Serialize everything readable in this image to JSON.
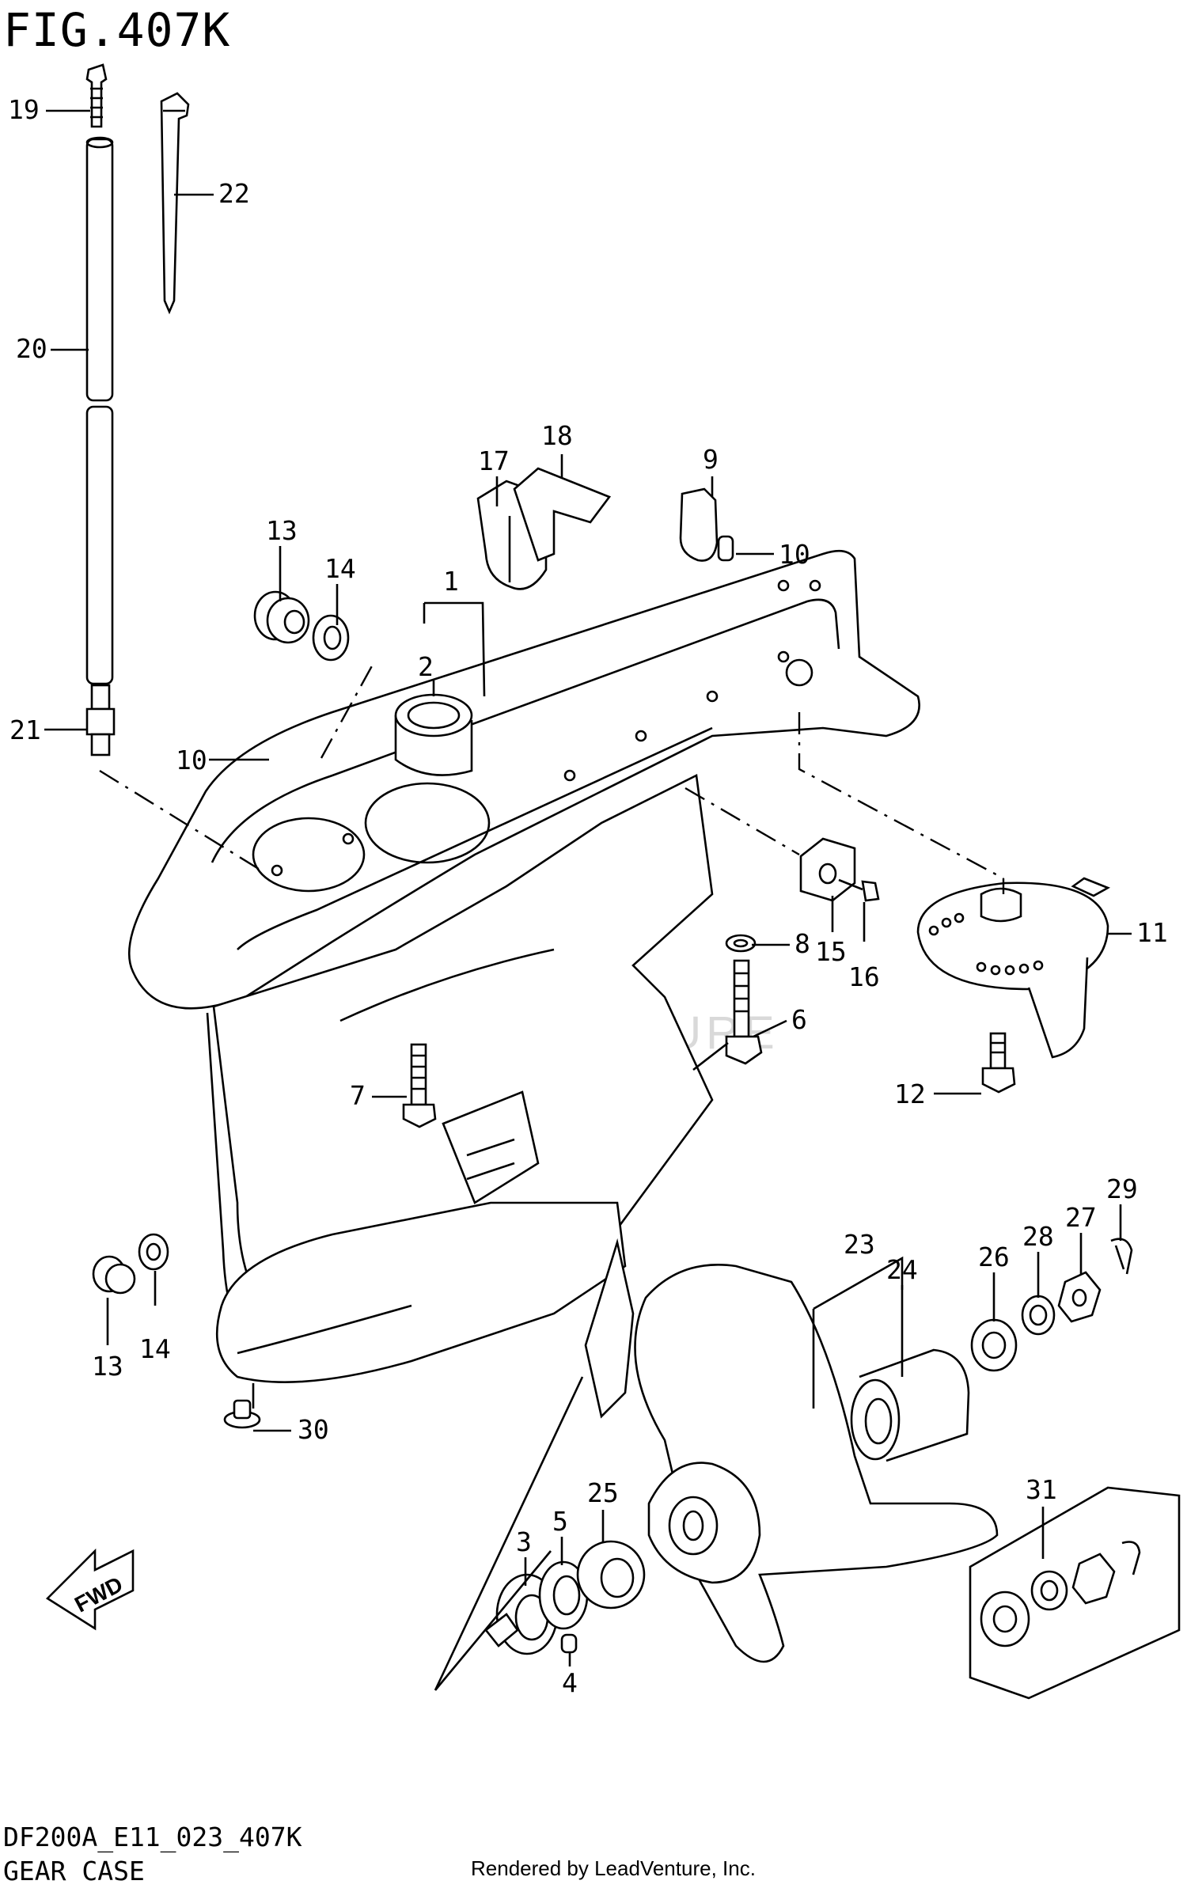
{
  "figure": {
    "title": "FIG.407K",
    "code": "DF200A_E11_023_407K",
    "name": "GEAR CASE",
    "rendered_by": "Rendered by LeadVenture, Inc.",
    "watermark": "LEADVENTURE",
    "fwd_label": "FWD"
  },
  "callouts": {
    "c1": "1",
    "c2": "2",
    "c3": "3",
    "c4": "4",
    "c5": "5",
    "c6": "6",
    "c7": "7",
    "c8": "8",
    "c9": "9",
    "c10a": "10",
    "c10b": "10",
    "c11": "11",
    "c12": "12",
    "c13a": "13",
    "c13b": "13",
    "c14a": "14",
    "c14b": "14",
    "c15": "15",
    "c16": "16",
    "c17": "17",
    "c18": "18",
    "c19": "19",
    "c20": "20",
    "c21": "21",
    "c22": "22",
    "c23": "23",
    "c24": "24",
    "c25": "25",
    "c26": "26",
    "c27": "27",
    "c28": "28",
    "c29": "29",
    "c30": "30",
    "c31": "31"
  }
}
